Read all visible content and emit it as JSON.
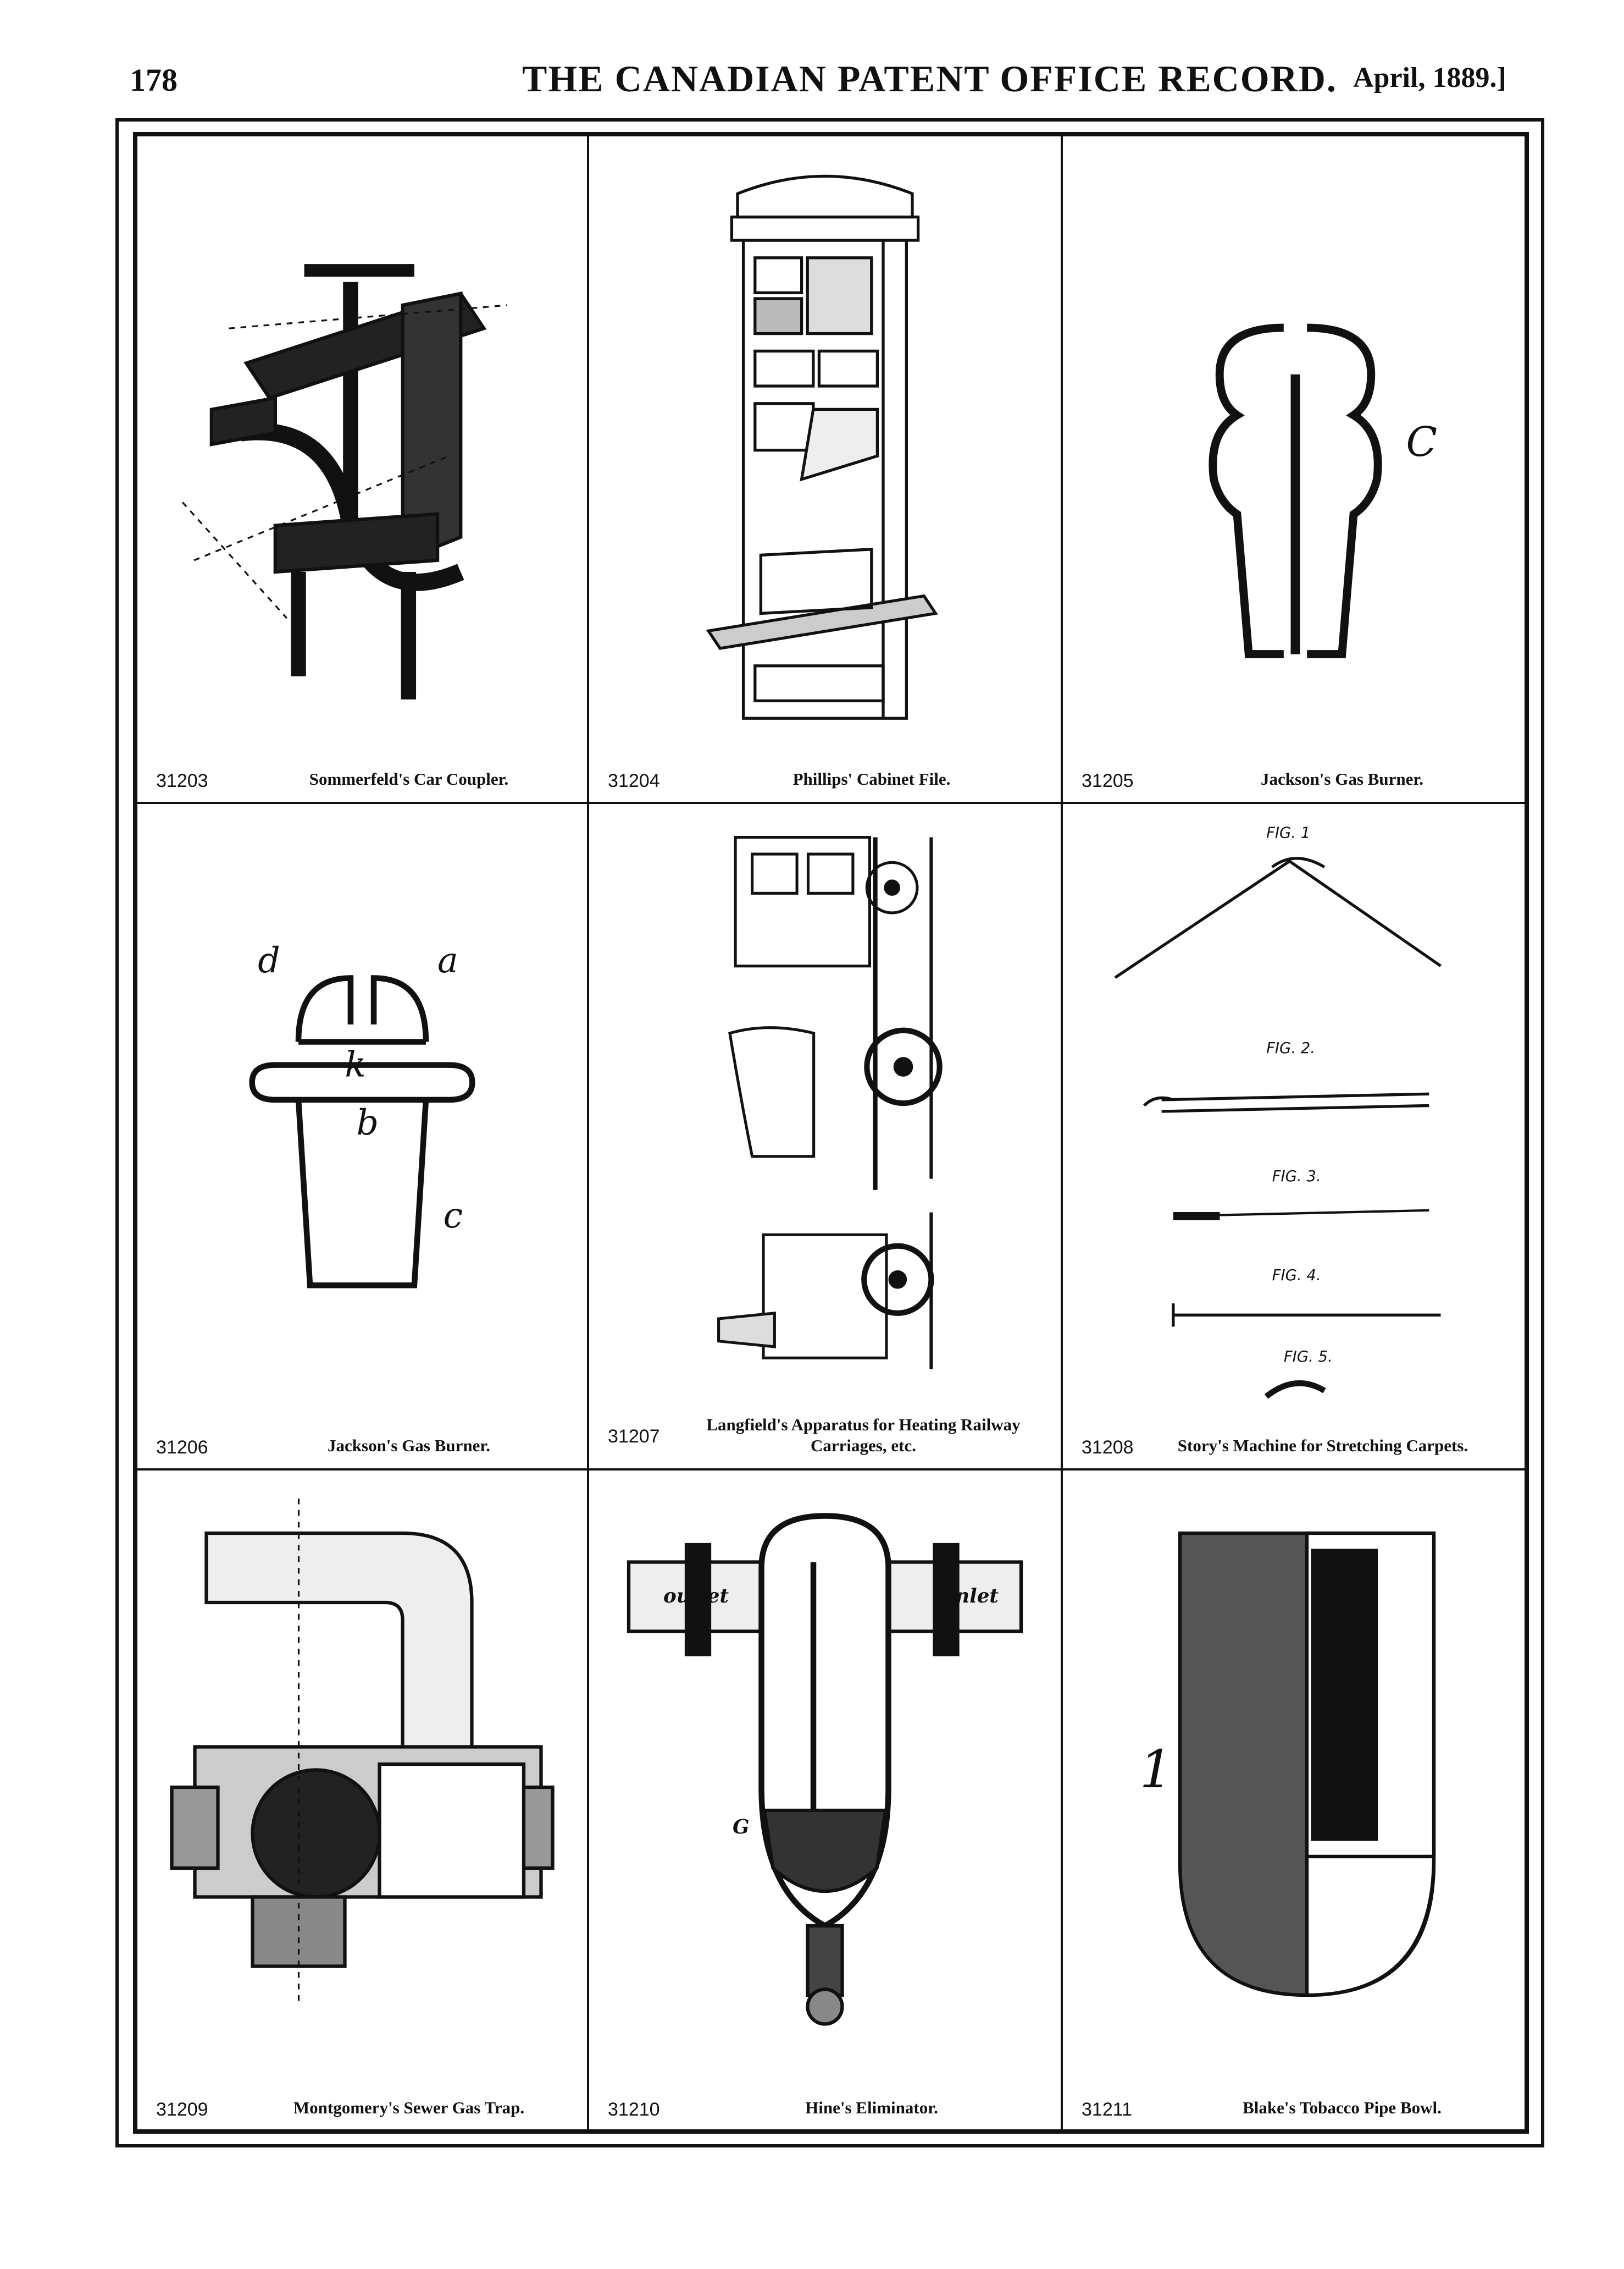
{
  "header": {
    "page_number": "178",
    "journal_title": "THE CANADIAN PATENT OFFICE RECORD.",
    "issue_date": "April, 1889.]"
  },
  "patents": [
    {
      "number": "31203",
      "title": "Sommerfeld's Car Coupler."
    },
    {
      "number": "31204",
      "title": "Phillips' Cabinet File."
    },
    {
      "number": "31205",
      "title": "Jackson's Gas Burner."
    },
    {
      "number": "31206",
      "title": "Jackson's Gas Burner."
    },
    {
      "number": "31207",
      "title": "Langfield's Apparatus for Heating Railway Carriages, etc."
    },
    {
      "number": "31208",
      "title": "Story's Machine for Stretching Carpets."
    },
    {
      "number": "31209",
      "title": "Montgomery's Sewer Gas Trap."
    },
    {
      "number": "31210",
      "title": "Hine's Eliminator."
    },
    {
      "number": "31211",
      "title": "Blake's Tobacco Pipe Bowl."
    }
  ],
  "figure_labels": {
    "p31205": [
      "C"
    ],
    "p31206": [
      "d",
      "a",
      "k",
      "b",
      "c"
    ],
    "p31208": [
      "FIG. 1",
      "FIG. 2.",
      "FIG. 3.",
      "FIG. 4.",
      "FIG. 5."
    ],
    "p31210": [
      "outlet",
      "Inlet",
      "G"
    ],
    "p31211": [
      "1"
    ]
  }
}
